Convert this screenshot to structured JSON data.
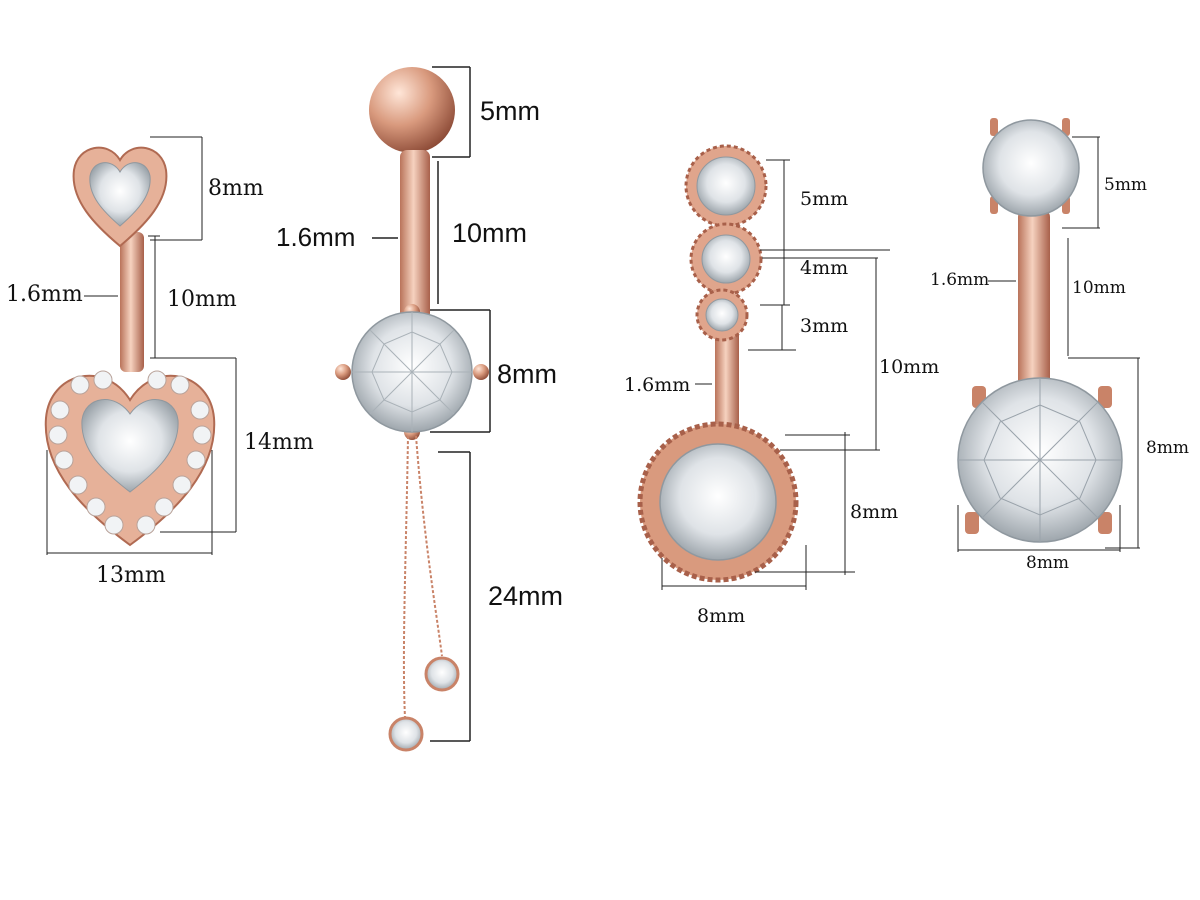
{
  "colors": {
    "rose_gold": "#d99a7e",
    "rose_gold_dark": "#a8604a",
    "rose_gold_light": "#f3cdb9",
    "crystal": "#e9ecef",
    "crystal_shadow": "#9aa3ab",
    "dimension_line": "#222222",
    "background": "#ffffff"
  },
  "items": [
    {
      "style": "double heart",
      "dimensions": {
        "top_gem": "8mm",
        "gauge": "1.6mm",
        "bar_length": "10mm",
        "bottom_height": "14mm",
        "bottom_width": "13mm"
      }
    },
    {
      "style": "dangle chain",
      "dimensions": {
        "top_ball": "5mm",
        "gauge": "1.6mm",
        "bar_length": "10mm",
        "gem": "8mm",
        "chain_length": "24mm"
      }
    },
    {
      "style": "three stone",
      "dimensions": {
        "stone_1": "5mm",
        "stone_2": "4mm",
        "stone_3": "3mm",
        "gauge": "1.6mm",
        "bar_length": "10mm",
        "bottom_height": "8mm",
        "bottom_width": "8mm"
      }
    },
    {
      "style": "solitaire",
      "dimensions": {
        "top_gem": "5mm",
        "gauge": "1.6mm",
        "bar_length": "10mm",
        "bottom_height": "8mm",
        "bottom_width": "8mm"
      }
    }
  ]
}
